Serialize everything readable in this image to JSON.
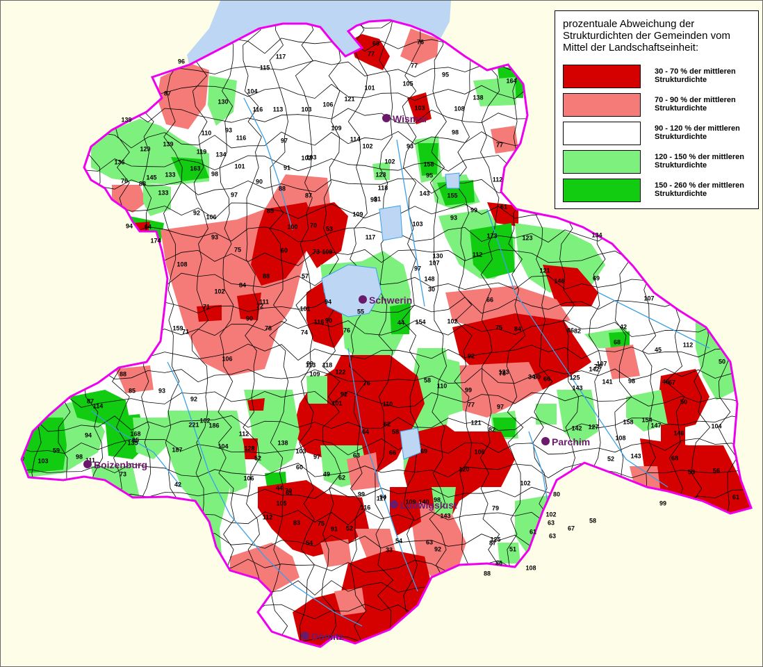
{
  "colors": {
    "class_1": "#d50000",
    "class_2": "#f47b78",
    "class_3": "#ffffff",
    "class_4": "#7ef07e",
    "class_5": "#12cc12",
    "sea": "#bcd6f4",
    "border": "#ee00ee",
    "river": "#3aa0e8",
    "city": "#6b1a6b",
    "background": "#fefee8"
  },
  "legend": {
    "title": "prozentuale Abweichung der Strukturdichten der Gemeinden vom Mittel der Landschaftseinheit:",
    "items": [
      {
        "label": "30 - 70 % der mittleren Strukturdichte",
        "color": "#d50000"
      },
      {
        "label": "70 - 90 % der mittleren Strukturdichte",
        "color": "#f47b78"
      },
      {
        "label": "90 - 120 % der mittleren Strukturdichte",
        "color": "#ffffff"
      },
      {
        "label": "120 - 150 % der mittleren Strukturdichte",
        "color": "#7ef07e"
      },
      {
        "label": "150 - 260 % der mittleren Strukturdichte",
        "color": "#12cc12"
      }
    ]
  },
  "cities": [
    {
      "name": "Wismar"
    },
    {
      "name": "Schwerin"
    },
    {
      "name": "Boizenburg"
    },
    {
      "name": "Parchim"
    },
    {
      "name": "Ludwigslust"
    },
    {
      "name": "Dömitz"
    }
  ],
  "municipality_values": [
    "68",
    "76",
    "77",
    "77",
    "105",
    "95",
    "96",
    "117",
    "115",
    "87",
    "104",
    "130",
    "116",
    "113",
    "103",
    "106",
    "121",
    "101",
    "92",
    "103",
    "108",
    "138",
    "164",
    "139",
    "110",
    "93",
    "116",
    "109",
    "114",
    "102",
    "97",
    "98",
    "77",
    "139",
    "129",
    "136",
    "119",
    "134",
    "163",
    "98",
    "102",
    "101",
    "91",
    "103",
    "93",
    "158",
    "95",
    "112",
    "102",
    "123",
    "118",
    "143",
    "155",
    "145",
    "133",
    "88",
    "90",
    "97",
    "87",
    "85",
    "98",
    "91",
    "109",
    "76",
    "88",
    "133",
    "92",
    "106",
    "100",
    "70",
    "53",
    "117",
    "103",
    "99",
    "93",
    "61",
    "94",
    "64",
    "174",
    "93",
    "75",
    "60",
    "73",
    "109",
    "130",
    "112",
    "173",
    "123",
    "134",
    "107",
    "97",
    "121",
    "88",
    "57",
    "55",
    "148",
    "146",
    "69",
    "102",
    "84",
    "72",
    "101",
    "94",
    "90",
    "44",
    "30",
    "154",
    "102",
    "107",
    "108",
    "71",
    "90",
    "111",
    "66",
    "78",
    "74",
    "116",
    "76",
    "75",
    "84",
    "82",
    "42",
    "68",
    "45",
    "112",
    "71",
    "159",
    "106",
    "113",
    "118",
    "109",
    "86",
    "78",
    "125",
    "107",
    "58",
    "50",
    "92",
    "73",
    "142",
    "141",
    "98",
    "46",
    "88",
    "85",
    "93",
    "92",
    "99",
    "76",
    "110",
    "110",
    "99",
    "123",
    "60",
    "34",
    "66",
    "143",
    "67",
    "50",
    "114",
    "87",
    "65",
    "168",
    "94",
    "186",
    "221",
    "112",
    "102",
    "138",
    "103",
    "97",
    "122",
    "92",
    "101",
    "64",
    "58",
    "63",
    "69",
    "62",
    "66",
    "121",
    "97",
    "77",
    "82",
    "142",
    "127",
    "154",
    "158",
    "147",
    "146",
    "104",
    "59",
    "103",
    "98",
    "111",
    "135",
    "187",
    "73",
    "128",
    "52",
    "60",
    "62",
    "104",
    "106",
    "42",
    "44",
    "61",
    "49",
    "70",
    "99",
    "94",
    "109",
    "116",
    "117",
    "98",
    "140",
    "143",
    "120",
    "106",
    "102",
    "79",
    "80",
    "63",
    "67",
    "61",
    "58",
    "108",
    "143",
    "99",
    "68",
    "53",
    "56",
    "61",
    "52",
    "63",
    "125",
    "108",
    "86",
    "51",
    "88",
    "87",
    "102",
    "112",
    "105",
    "83",
    "75",
    "91",
    "54",
    "52",
    "33",
    "54",
    "63",
    "92"
  ],
  "annotations": {}
}
